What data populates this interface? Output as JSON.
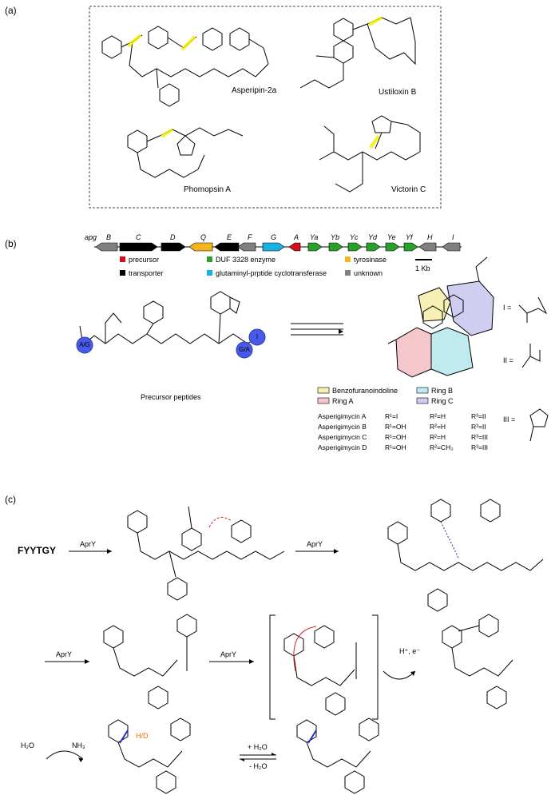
{
  "panels": {
    "a": "(a)",
    "b": "(b)",
    "c": "(c)"
  },
  "compounds": {
    "asperipin": "Asperipin-2a",
    "ustiloxin": "Ustiloxin B",
    "phomopsin": "Phomopsin A",
    "victorin": "Victorin C"
  },
  "cluster": {
    "prefix": "apg",
    "genes": [
      "B",
      "C",
      "D",
      "Q",
      "E",
      "F",
      "G",
      "A",
      "Ya",
      "Yb",
      "Yc",
      "Yd",
      "Ye",
      "Yf",
      "H",
      "I"
    ],
    "scale": "1 Kb"
  },
  "legend": {
    "precursor": "precursor",
    "transporter": "transporter",
    "duf": "DUF 3328 enzyme",
    "glut": "glutaminyl-prptide cyclotransferase",
    "tyros": "tyrosinase",
    "unknown": "unknown"
  },
  "colors": {
    "precursor": "#d0101e",
    "transporter": "#000000",
    "duf": "#2aa12a",
    "glut": "#1ab0e0",
    "tyros": "#f2b51c",
    "unknown": "#808080",
    "ringA": "#f5c6cc",
    "ringB": "#bfeaf0",
    "ringC": "#cfcdf0",
    "benzo": "#f6f0b4",
    "highlight": "#f5f000"
  },
  "peptide": {
    "caption": "Precursor peptides",
    "ball1": "A/G",
    "ball2": "G/A",
    "ball3": "I"
  },
  "rings": {
    "benzo": "Benzofuranoindoline",
    "ringA": "Ring A",
    "ringB": "Ring B",
    "ringC": "Ring C"
  },
  "asperigimycins": [
    {
      "name": "Asperigimycin A",
      "r1": "R¹=I",
      "r2": "R²=H",
      "r3": "R³=II"
    },
    {
      "name": "Asperigimycin B",
      "r1": "R¹=OH",
      "r2": "R²=H",
      "r3": "R³=II"
    },
    {
      "name": "Asperigimycin C",
      "r1": "R¹=OH",
      "r2": "R²=H",
      "r3": "R³=III"
    },
    {
      "name": "Asperigimycin D",
      "r1": "R¹=OH",
      "r2": "R²=CH₃",
      "r3": "R³=III"
    }
  ],
  "r_defs": {
    "I": "I =",
    "II": "II =",
    "III": "III ="
  },
  "scheme": {
    "substrate": "FYYTGY",
    "enzyme": "AprY",
    "hplus": "H⁺, e⁻",
    "h2o_in": "H₂O",
    "nh3": "NH₃",
    "hd": "H/D",
    "plus_h2o": "+ H₂O",
    "minus_h2o": "- H₂O"
  }
}
